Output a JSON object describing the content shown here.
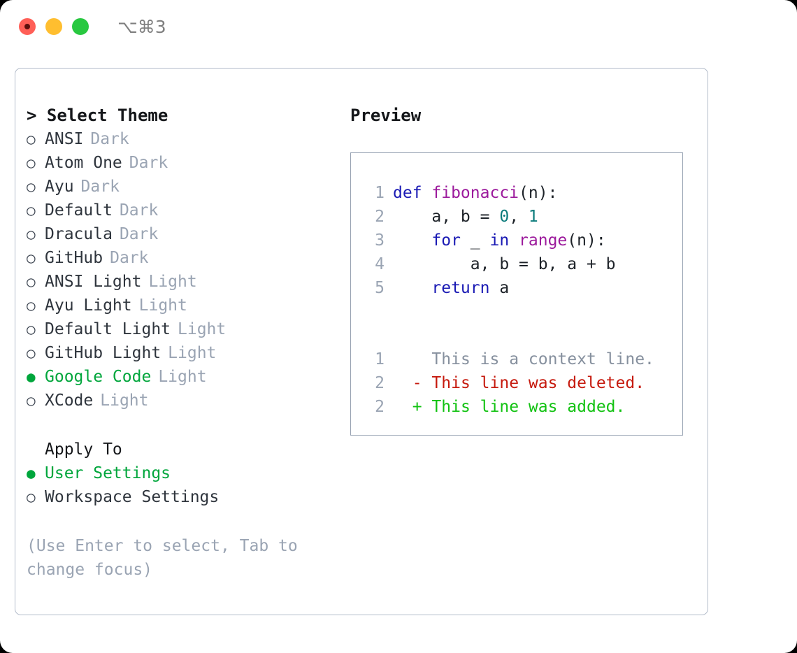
{
  "titlebar": {
    "shortcut": "⌥⌘3",
    "buttons": [
      {
        "name": "close",
        "color": "#ff5f57"
      },
      {
        "name": "minimize",
        "color": "#ffbe2f"
      },
      {
        "name": "maximize",
        "color": "#28c840"
      }
    ]
  },
  "theme_picker": {
    "heading": "> Select Theme",
    "selected_marker": "●",
    "unselected_marker": "○",
    "accent_color": "#00a63c",
    "items": [
      {
        "marker": "○",
        "label": "ANSI",
        "variant": "Dark",
        "selected": false
      },
      {
        "marker": "○",
        "label": "Atom One",
        "variant": "Dark",
        "selected": false
      },
      {
        "marker": "○",
        "label": "Ayu",
        "variant": "Dark",
        "selected": false
      },
      {
        "marker": "○",
        "label": "Default",
        "variant": "Dark",
        "selected": false
      },
      {
        "marker": "○",
        "label": "Dracula",
        "variant": "Dark",
        "selected": false
      },
      {
        "marker": "○",
        "label": "GitHub",
        "variant": "Dark",
        "selected": false
      },
      {
        "marker": "○",
        "label": "ANSI Light",
        "variant": "Light",
        "selected": false
      },
      {
        "marker": "○",
        "label": "Ayu Light",
        "variant": "Light",
        "selected": false
      },
      {
        "marker": "○",
        "label": "Default Light",
        "variant": "Light",
        "selected": false
      },
      {
        "marker": "○",
        "label": "GitHub Light",
        "variant": "Light",
        "selected": false
      },
      {
        "marker": "●",
        "label": "Google Code",
        "variant": "Light",
        "selected": true
      },
      {
        "marker": "○",
        "label": "XCode",
        "variant": "Light",
        "selected": false
      }
    ]
  },
  "apply_to": {
    "heading": "Apply To",
    "items": [
      {
        "marker": "●",
        "label": "User Settings",
        "selected": true
      },
      {
        "marker": "○",
        "label": "Workspace Settings",
        "selected": false
      }
    ]
  },
  "hint": "(Use Enter to select, Tab to change focus)",
  "preview": {
    "heading": "Preview",
    "code_lines": [
      {
        "lineno": "1",
        "tokens": [
          {
            "text": "def ",
            "kind": "kw"
          },
          {
            "text": "fibonacci",
            "kind": "fn"
          },
          {
            "text": "(n):",
            "kind": "pl"
          }
        ]
      },
      {
        "lineno": "2",
        "tokens": [
          {
            "text": "    a, b = ",
            "kind": "pl"
          },
          {
            "text": "0",
            "kind": "num"
          },
          {
            "text": ", ",
            "kind": "pl"
          },
          {
            "text": "1",
            "kind": "num"
          }
        ]
      },
      {
        "lineno": "3",
        "tokens": [
          {
            "text": "    ",
            "kind": "pl"
          },
          {
            "text": "for ",
            "kind": "kw"
          },
          {
            "text": "_ ",
            "kind": "pl"
          },
          {
            "text": "in ",
            "kind": "kw"
          },
          {
            "text": "range",
            "kind": "fn"
          },
          {
            "text": "(n):",
            "kind": "pl"
          }
        ]
      },
      {
        "lineno": "4",
        "tokens": [
          {
            "text": "        a, b = b, a + b",
            "kind": "pl"
          }
        ]
      },
      {
        "lineno": "5",
        "tokens": [
          {
            "text": "    ",
            "kind": "pl"
          },
          {
            "text": "return ",
            "kind": "kw"
          },
          {
            "text": "a",
            "kind": "pl"
          }
        ]
      }
    ],
    "diff_lines": [
      {
        "lineno": "1",
        "marker": " ",
        "text": "This is a context line.",
        "kind": "ctx"
      },
      {
        "lineno": "2",
        "marker": "-",
        "text": "This line was deleted.",
        "kind": "del"
      },
      {
        "lineno": "2",
        "marker": "+",
        "text": "This line was added.",
        "kind": "add"
      }
    ]
  }
}
